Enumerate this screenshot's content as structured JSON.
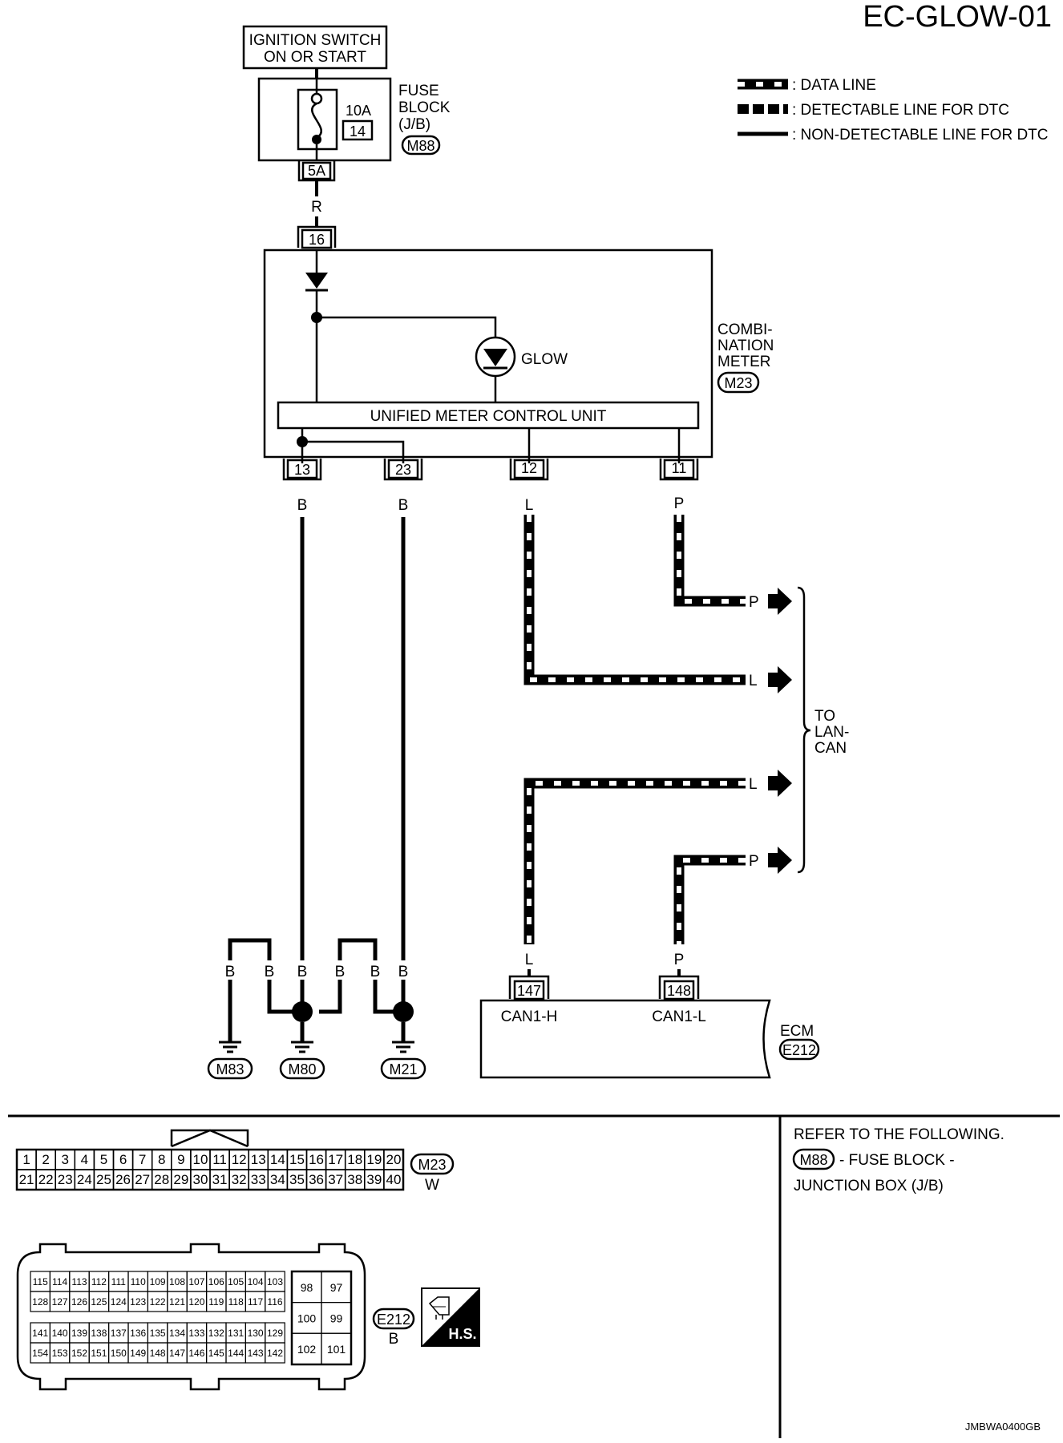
{
  "page_code": "EC-GLOW-01",
  "legend": {
    "data_line": ": DATA LINE",
    "detectable": ": DETECTABLE LINE FOR DTC",
    "non_detectable": ": NON-DETECTABLE LINE FOR DTC"
  },
  "ignition": {
    "line1": "IGNITION SWITCH",
    "line2": "ON OR START"
  },
  "fuse_block": {
    "line1": "FUSE",
    "line2": "BLOCK",
    "line3": "(J/B)",
    "connector": "M88",
    "fuse_rating": "10A",
    "fuse_number": "14",
    "terminal": "5A"
  },
  "wire_colors": {
    "fuse_to_meter": "R",
    "meter_13": "B",
    "meter_23": "B",
    "meter_12": "L",
    "meter_11": "P",
    "out_p1": "P",
    "out_l1": "L",
    "out_l2": "L",
    "out_p2": "P",
    "ecm_l": "L",
    "ecm_p": "P",
    "gnd1": "B",
    "gnd2": "B",
    "gnd3": "B",
    "gnd4": "B",
    "gnd5": "B",
    "gnd6": "B"
  },
  "meter": {
    "pin_top": "16",
    "name1": "COMBI-",
    "name2": "NATION",
    "name3": "METER",
    "connector": "M23",
    "glow_label": "GLOW",
    "control_unit": "UNIFIED METER CONTROL UNIT",
    "pins": [
      "13",
      "23",
      "12",
      "11"
    ]
  },
  "to_lan": {
    "line1": "TO",
    "line2": "LAN-",
    "line3": "CAN"
  },
  "ecm": {
    "name": "ECM",
    "connector": "E212",
    "pin_h": "147",
    "pin_l": "148",
    "label_h": "CAN1-H",
    "label_l": "CAN1-L"
  },
  "grounds": [
    "M83",
    "M80",
    "M21"
  ],
  "refer": {
    "line1": "REFER TO THE FOLLOWING.",
    "connector": "M88",
    "line2": "- FUSE BLOCK -",
    "line3": "JUNCTION BOX (J/B)"
  },
  "m23_connector": {
    "label": "M23",
    "color": "W",
    "row1": [
      "1",
      "2",
      "3",
      "4",
      "5",
      "6",
      "7",
      "8",
      "9",
      "10",
      "11",
      "12",
      "13",
      "14",
      "15",
      "16",
      "17",
      "18",
      "19",
      "20"
    ],
    "row2": [
      "21",
      "22",
      "23",
      "24",
      "25",
      "26",
      "27",
      "28",
      "29",
      "30",
      "31",
      "32",
      "33",
      "34",
      "35",
      "36",
      "37",
      "38",
      "39",
      "40"
    ]
  },
  "e212_connector": {
    "label": "E212",
    "color": "B",
    "grid_a": [
      [
        "115",
        "114",
        "113",
        "112",
        "111",
        "110",
        "109",
        "108",
        "107",
        "106",
        "105",
        "104",
        "103"
      ],
      [
        "128",
        "127",
        "126",
        "125",
        "124",
        "123",
        "122",
        "121",
        "120",
        "119",
        "118",
        "117",
        "116"
      ]
    ],
    "grid_b": [
      [
        "141",
        "140",
        "139",
        "138",
        "137",
        "136",
        "135",
        "134",
        "133",
        "132",
        "131",
        "130",
        "129"
      ],
      [
        "154",
        "153",
        "152",
        "151",
        "150",
        "149",
        "148",
        "147",
        "146",
        "145",
        "144",
        "143",
        "142"
      ]
    ],
    "right_block": [
      [
        "98",
        "97"
      ],
      [
        "100",
        "99"
      ],
      [
        "102",
        "101"
      ]
    ],
    "hs_label": "H.S."
  },
  "footer_code": "JMBWA0400GB"
}
